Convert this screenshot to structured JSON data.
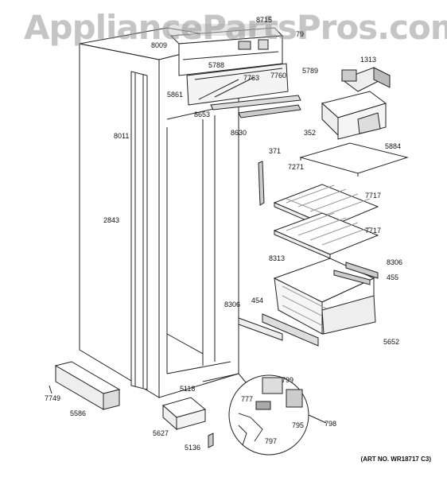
{
  "watermark": "AppliancePartsPros.com",
  "art_number": "(ART NO. WR18717 C3)",
  "parts": {
    "p8009": "8009",
    "p8715": "8715",
    "p79": "79",
    "p5788": "5788",
    "p7763": "7763",
    "p7760": "7760",
    "p5789": "5789",
    "p5861": "5861",
    "p8653": "8653",
    "p8630": "8630",
    "p8011": "8011",
    "p2843": "2843",
    "p1313": "1313",
    "p352": "352",
    "p5884": "5884",
    "p371": "371",
    "p7271": "7271",
    "p7717a": "7717",
    "p7717b": "7717",
    "p8313": "8313",
    "p8306a": "8306",
    "p455": "455",
    "p8306b": "8306",
    "p454": "454",
    "p5652": "5652",
    "p7749": "7749",
    "p5586": "5586",
    "p5118": "5118",
    "p799": "799",
    "p777": "777",
    "p795": "795",
    "p798": "798",
    "p5627": "5627",
    "p797": "797",
    "p5136": "5136"
  }
}
